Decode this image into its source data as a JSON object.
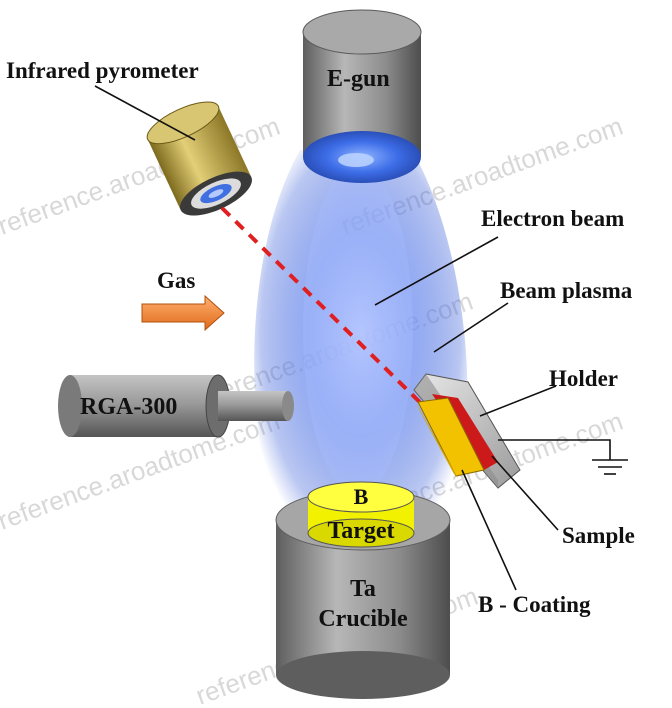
{
  "labels": {
    "infrared_pyrometer": "Infrared pyrometer",
    "egun": "E-gun",
    "electron_beam": "Electron beam",
    "gas": "Gas",
    "beam_plasma": "Beam plasma",
    "rga": "RGA-300",
    "holder": "Holder",
    "target_line1": "B",
    "target_line2": "Target",
    "sample": "Sample",
    "crucible_line1": "Ta",
    "crucible_line2": "Crucible",
    "b_coating": "B - Coating"
  },
  "watermark": "reference.aroadtome.com",
  "colors": {
    "beam_blue": "#3f6fe0",
    "laser_red": "#e02020",
    "gas_arrow": "#f08a3a",
    "target_yellow": "#f2f200",
    "coating_red": "#cc1a1a",
    "pyrometer_gold": "#c9b14a",
    "cylinder_gray": "#8a8a8a"
  }
}
